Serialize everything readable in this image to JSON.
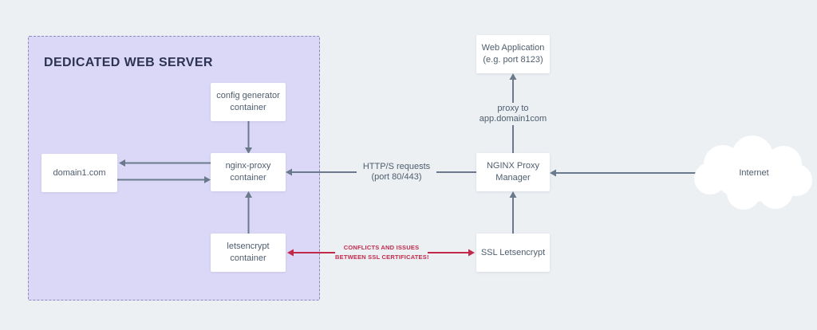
{
  "zone": {
    "title": "DEDICATED WEB SERVER"
  },
  "nodes": {
    "config_generator": {
      "line1": "config generator",
      "line2": "container"
    },
    "domain1": {
      "line1": "domain1.com"
    },
    "nginx_proxy": {
      "line1": "nginx-proxy",
      "line2": "container"
    },
    "letsencrypt": {
      "line1": "letsencrypt",
      "line2": "container"
    },
    "web_application": {
      "line1": "Web Application",
      "line2": "(e.g. port 8123)"
    },
    "nginx_proxy_manager": {
      "line1": "NGINX Proxy",
      "line2": "Manager"
    },
    "ssl_letsencrypt": {
      "line1": "SSL Letsencrypt"
    },
    "internet": {
      "line1": "Internet"
    }
  },
  "edge_labels": {
    "https_requests": {
      "line1": "HTTP/S requests",
      "line2": "(port 80/443)"
    },
    "proxy_to": {
      "line1": "proxy to",
      "line2": "app.domain1com"
    },
    "ssl_conflict": {
      "line1": "CONFLICTS AND ISSUES",
      "line2": "BETWEEN SSL CERTIFICATES!"
    }
  },
  "colors": {
    "background": "#ecf0f3",
    "zone_fill": "#dbd8f7",
    "zone_border": "#8d87bd",
    "arrow": "#6a7a8c",
    "alert": "#c22a4c",
    "title_text": "#2d3352",
    "node_text": "#4e5d6d",
    "node_bg": "#ffffff"
  }
}
